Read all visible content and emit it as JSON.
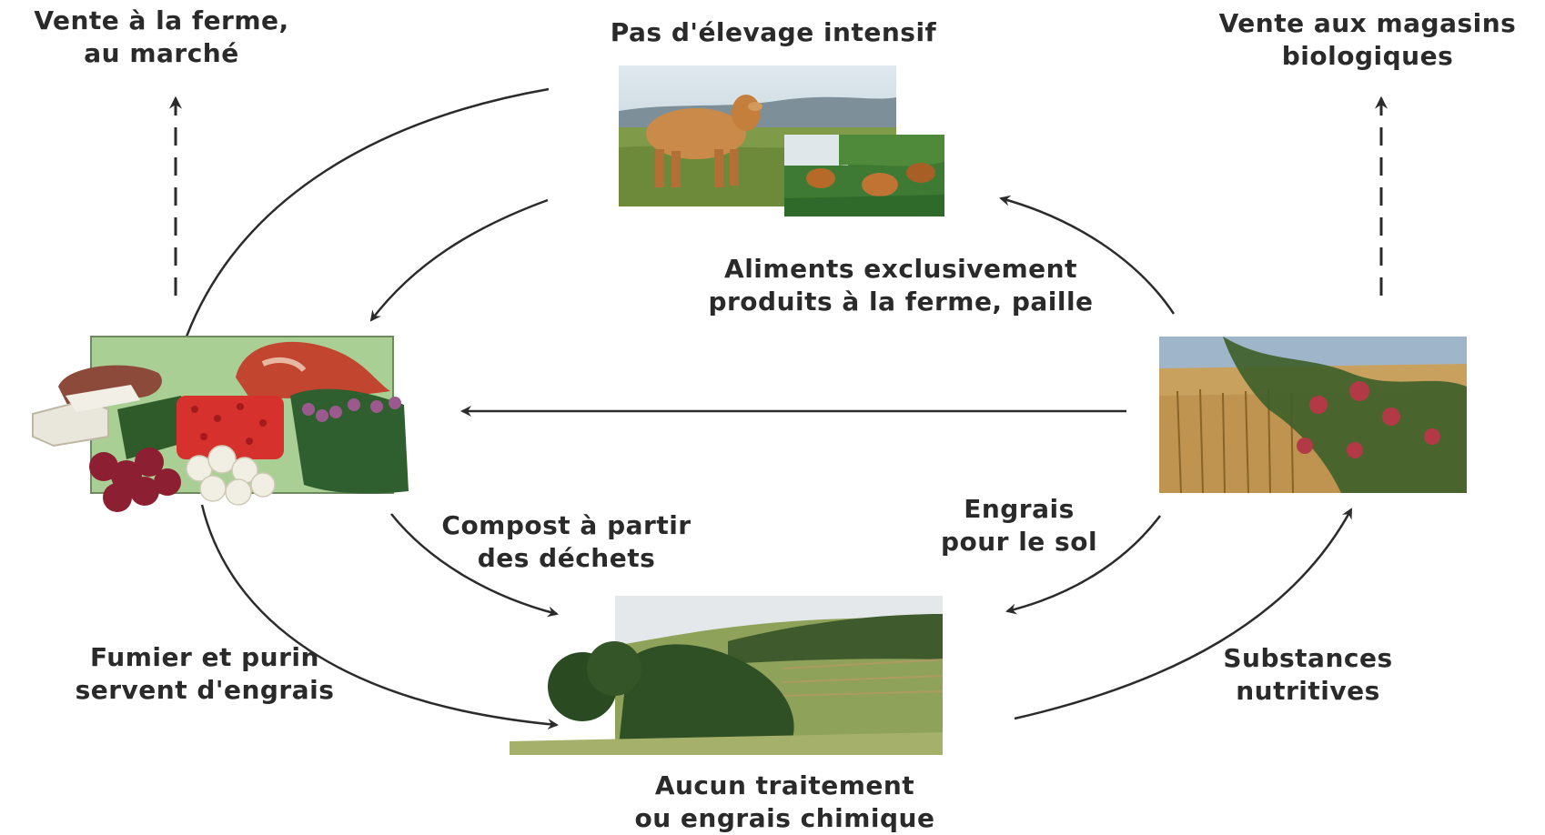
{
  "labels": {
    "vente_ferme": [
      "Vente à la ferme,",
      "au marché"
    ],
    "pas_elevage": [
      "Pas d'élevage intensif"
    ],
    "vente_magasins": [
      "Vente aux magasins",
      "biologiques"
    ],
    "aliments": [
      "Aliments exclusivement",
      "produits à la ferme, paille"
    ],
    "compost": [
      "Compost à partir",
      "des déchets"
    ],
    "engrais_sol": [
      "Engrais",
      "pour le sol"
    ],
    "fumier": [
      "Fumier et purin",
      "servent d'engrais"
    ],
    "substances": [
      "Substances",
      "nutritives"
    ],
    "aucun_traitement": [
      "Aucun traitement",
      "ou engrais chimique"
    ]
  },
  "photos": {
    "livestock": "cow-and-chickens-photo",
    "produce": "farm-produce-photo",
    "crops": "wheat-and-apples-photo",
    "field": "farmland-field-photo"
  },
  "colors": {
    "arrow": "#2b2b2b",
    "text": "#2a2a2a"
  }
}
